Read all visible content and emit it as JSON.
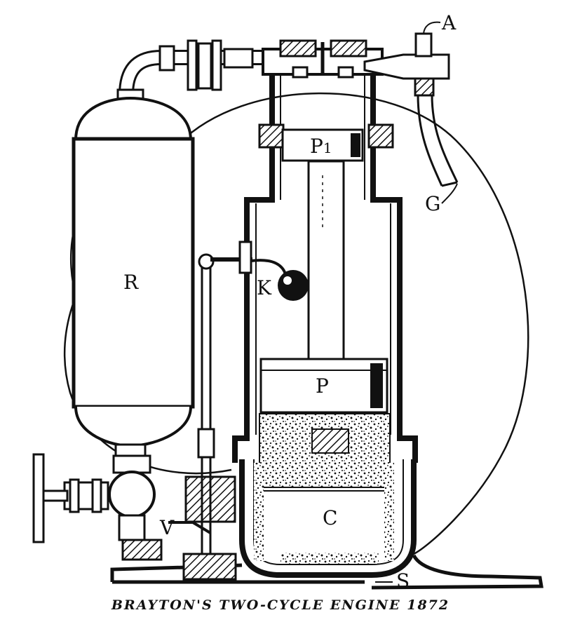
{
  "caption": "BRAYTON'S TWO-CYCLE ENGINE 1872",
  "labels": {
    "A": "A",
    "G": "G",
    "P1_main": "P",
    "P1_sub": "1",
    "R": "R",
    "K": "K",
    "P": "P",
    "C": "C",
    "V": "V",
    "S": "S"
  }
}
